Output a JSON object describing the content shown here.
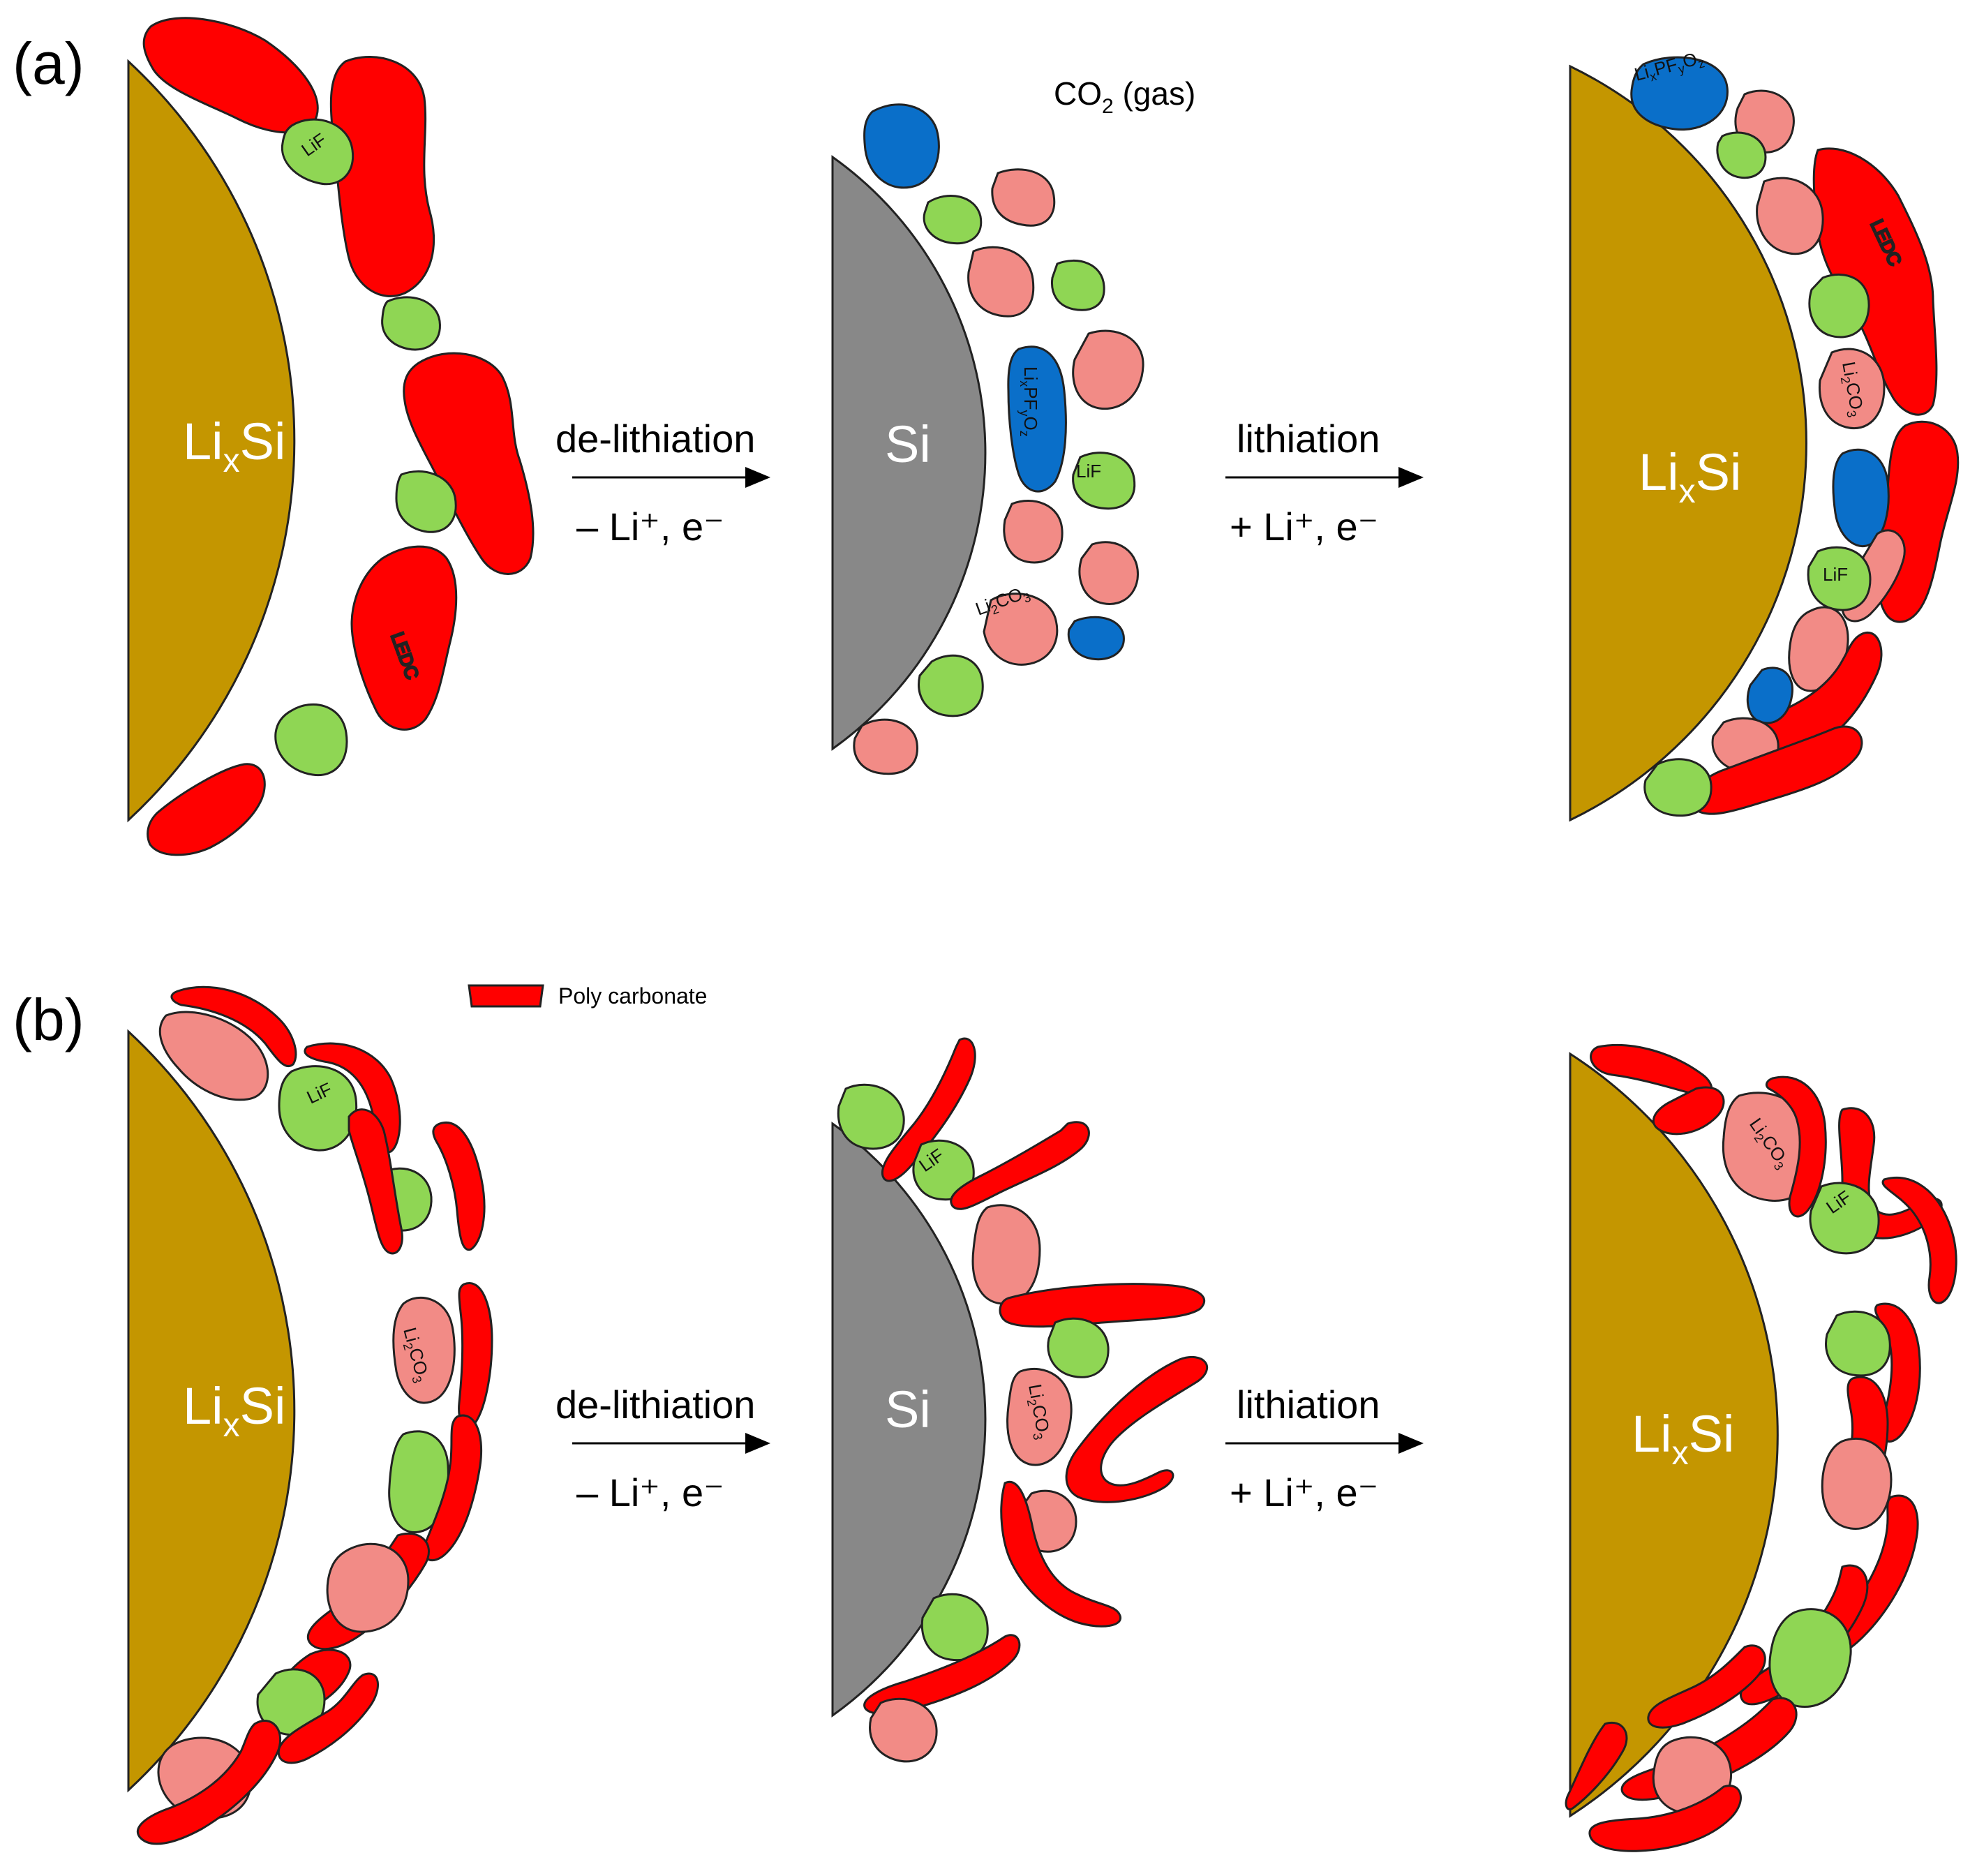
{
  "panel_a": {
    "label": "(a)",
    "core_left": {
      "base": "Li",
      "sub": "x",
      "tail": "Si"
    },
    "core_middle": {
      "text": "Si"
    },
    "core_right": {
      "base": "Li",
      "sub": "x",
      "tail": "Si"
    },
    "arrow1": {
      "top": "de-lithiation",
      "bottom": "– Li⁺, e⁻"
    },
    "arrow2": {
      "top": "lithiation",
      "bottom": "+ Li⁺, e⁻"
    },
    "gas_label": {
      "base": "CO",
      "sub": "2",
      "tail": " (gas)"
    },
    "labels": {
      "lif": "LiF",
      "ledc": "LEDC",
      "li2co3": {
        "base": "Li",
        "sub": "2",
        "mid": "CO",
        "sub2": "3"
      },
      "lipfo": {
        "a": "Li",
        "sa": "x",
        "b": "PF",
        "sb": "y",
        "c": "O",
        "sc": "z"
      }
    }
  },
  "panel_b": {
    "label": "(b)",
    "legend": {
      "text": "Poly carbonate"
    },
    "core_left": {
      "base": "Li",
      "sub": "x",
      "tail": "Si"
    },
    "core_middle": {
      "text": "Si"
    },
    "core_right": {
      "base": "Li",
      "sub": "x",
      "tail": "Si"
    },
    "arrow1": {
      "top": "de-lithiation",
      "bottom": "– Li⁺, e⁻"
    },
    "arrow2": {
      "top": "lithiation",
      "bottom": "+ Li⁺, e⁻"
    },
    "labels": {
      "lif": "LiF",
      "li2co3": {
        "base": "Li",
        "sub": "2",
        "mid": "CO",
        "sub2": "3"
      }
    }
  },
  "colors": {
    "lixsi": "#c49600",
    "si": "#888888",
    "ledc_red": "#ff0000",
    "lif_green": "#8fd654",
    "li2co3_pink": "#f28b86",
    "lipfo_blue": "#0a6fc9"
  }
}
